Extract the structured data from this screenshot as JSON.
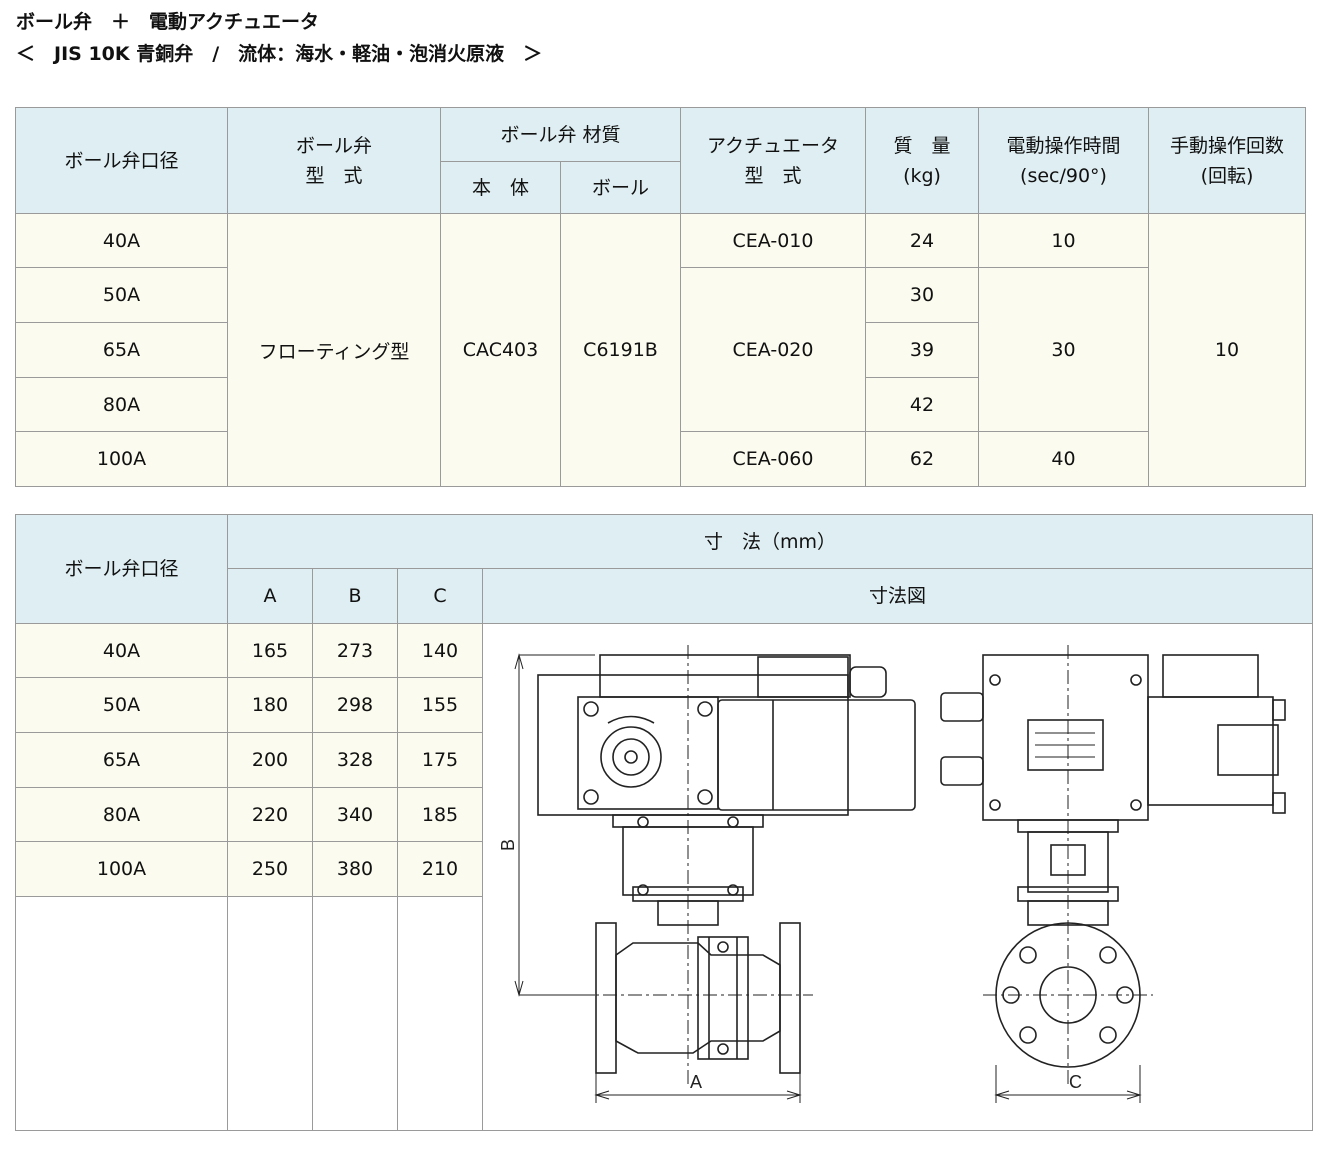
{
  "heading": {
    "line1": "ボール弁　＋　電動アクチュエータ",
    "line2": "＜　JIS 10K 青銅弁　/　流体：海水・軽油・泡消火原液　＞"
  },
  "spec_table": {
    "headers": {
      "size": "ボール弁口径",
      "valve_type_1": "ボール弁",
      "valve_type_2": "型　式",
      "material": "ボール弁 材質",
      "body": "本　体",
      "ball": "ボール",
      "actuator_1": "アクチュエータ",
      "actuator_2": "型　式",
      "mass_1": "質　量",
      "mass_2": "(kg)",
      "electric_1": "電動操作時間",
      "electric_2": "(sec/90°)",
      "manual_1": "手動操作回数",
      "manual_2": "(回転)"
    },
    "sizes": [
      "40A",
      "50A",
      "65A",
      "80A",
      "100A"
    ],
    "valve_type": "フローティング型",
    "body_material": "CAC403",
    "ball_material": "C6191B",
    "actuators": [
      "CEA-010",
      "CEA-020",
      "CEA-060"
    ],
    "masses": [
      "24",
      "30",
      "39",
      "42",
      "62"
    ],
    "electric_times": [
      "10",
      "30",
      "40"
    ],
    "manual_turns": "10"
  },
  "dims_table": {
    "headers": {
      "size": "ボール弁口径",
      "dimensions": "寸　法（mm）",
      "a": "A",
      "b": "B",
      "c": "C",
      "drawing": "寸法図"
    },
    "rows": [
      {
        "size": "40A",
        "a": "165",
        "b": "273",
        "c": "140"
      },
      {
        "size": "50A",
        "a": "180",
        "b": "298",
        "c": "155"
      },
      {
        "size": "65A",
        "a": "200",
        "b": "328",
        "c": "175"
      },
      {
        "size": "80A",
        "a": "220",
        "b": "340",
        "c": "185"
      },
      {
        "size": "100A",
        "a": "250",
        "b": "380",
        "c": "210"
      }
    ],
    "drawing_labels": {
      "a": "A",
      "b": "B",
      "c": "C"
    }
  }
}
